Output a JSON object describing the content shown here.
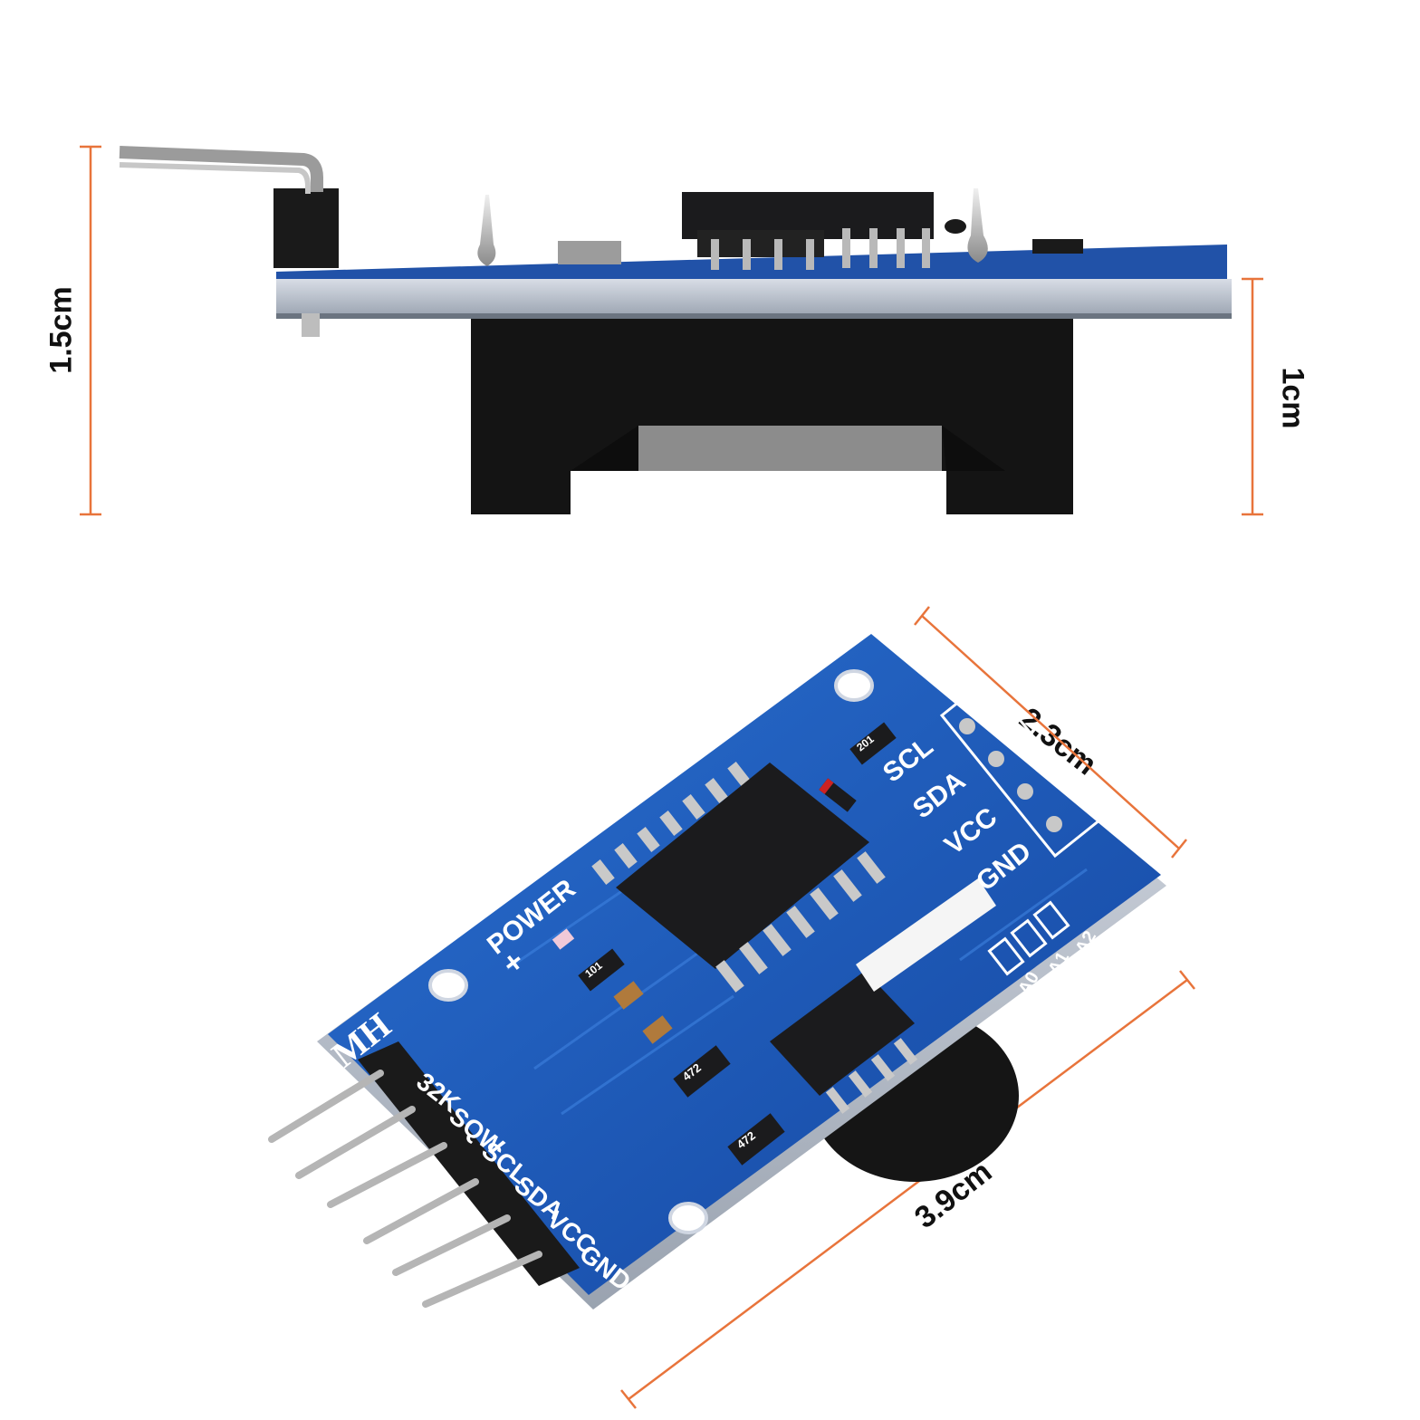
{
  "dimensions": {
    "height_total": "1.5cm",
    "height_pcb": "1cm",
    "width": "2.3cm",
    "length": "3.9cm"
  },
  "board": {
    "brand": "MH",
    "power_label": "POWER",
    "power_plus": "+",
    "header_pins": [
      "32K",
      "SQW",
      "SCL",
      "SDA",
      "VCC",
      "GND"
    ],
    "i2c_pins": [
      "SCL",
      "SDA",
      "VCC",
      "GND"
    ],
    "address_jumpers": [
      "A0",
      "A1",
      "A2"
    ],
    "resistor_codes": [
      "101",
      "201",
      "472",
      "472"
    ]
  },
  "colors": {
    "dimension_line": "#e8743b",
    "pcb_blue": "#1a56b8",
    "pcb_edge": "#b9c4d4",
    "silkscreen": "#ffffff",
    "chip": "#1b1b1d",
    "battery_holder": "#111111"
  }
}
